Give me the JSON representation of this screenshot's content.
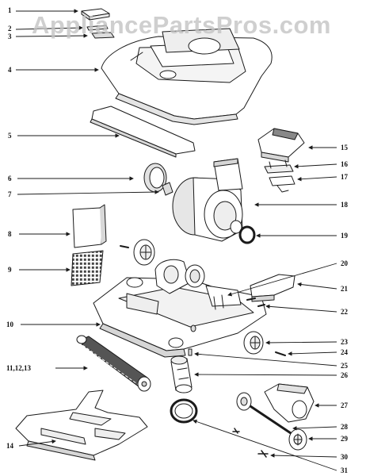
{
  "watermark": "AppliancePartsPros.com",
  "callouts": {
    "n1": "1",
    "n2": "2",
    "n3": "3",
    "n4": "4",
    "n5": "5",
    "n6": "6",
    "n7": "7",
    "n8": "8",
    "n9": "9",
    "n10": "10",
    "n11": "11,12,13",
    "n14": "14",
    "n15": "15",
    "n16": "16",
    "n17": "17",
    "n18": "18",
    "n19": "19",
    "n20": "20",
    "n21": "21",
    "n22": "22",
    "n23": "23",
    "n24": "24",
    "n25": "25",
    "n26": "26",
    "n27": "27",
    "n28": "28",
    "n29": "29",
    "n30": "30",
    "n31": "31"
  },
  "colors": {
    "line": "#1a1a1a",
    "watermark": "#c3c3c3",
    "fill": "#ffffff",
    "shade": "#d8d8d8"
  }
}
